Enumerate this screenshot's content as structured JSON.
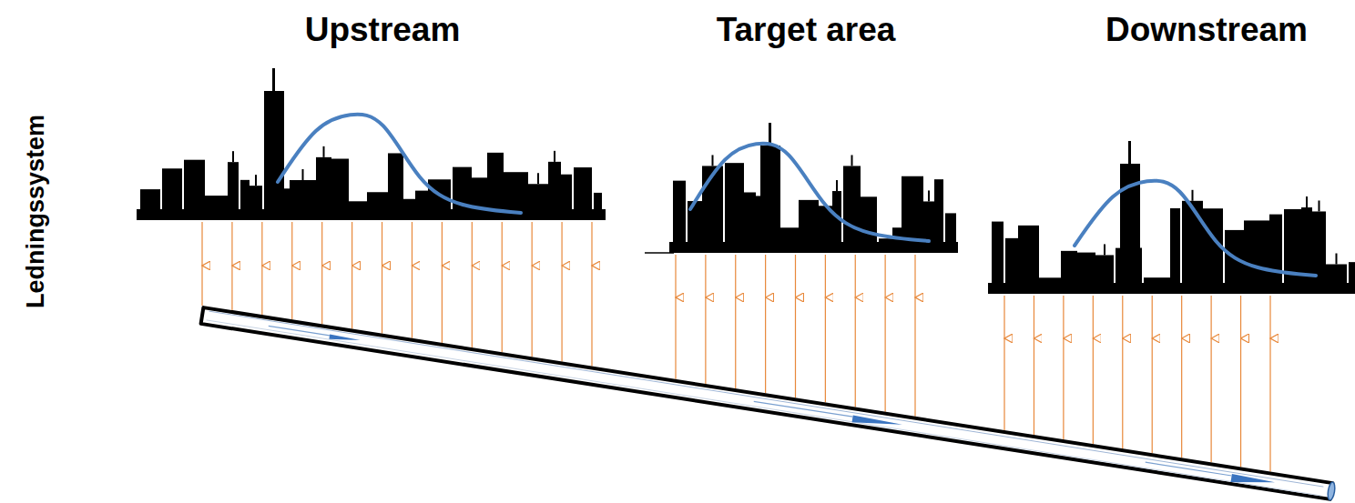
{
  "diagram": {
    "labels": [
      "Ledningssystem",
      "Upstream",
      "Target area",
      "Downstream"
    ]
  }
}
